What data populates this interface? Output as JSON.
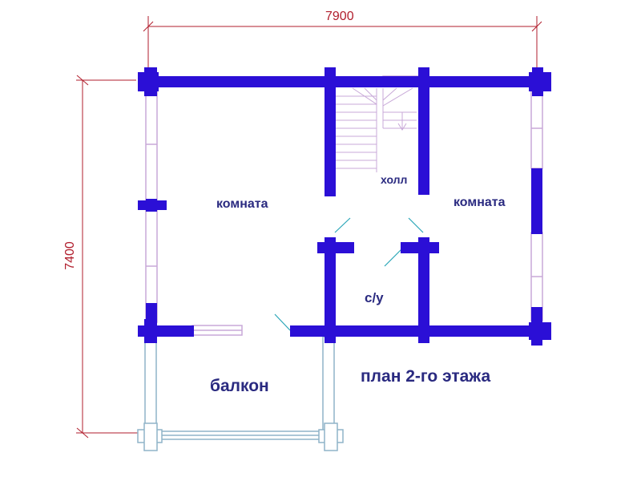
{
  "plan": {
    "title": "план 2-го этажа",
    "rooms": {
      "room_left": "комната",
      "room_right": "комната",
      "hall": "холл",
      "bathroom": "с/у",
      "balcony": "балкон"
    },
    "dimensions": {
      "width": "7900",
      "height": "7400"
    }
  },
  "colors": {
    "wall": "#2b0fd6",
    "window": "#c8a9d8",
    "dimension": "#b11e2d",
    "door": "#2aa6b8",
    "label": "#2a2a80"
  }
}
